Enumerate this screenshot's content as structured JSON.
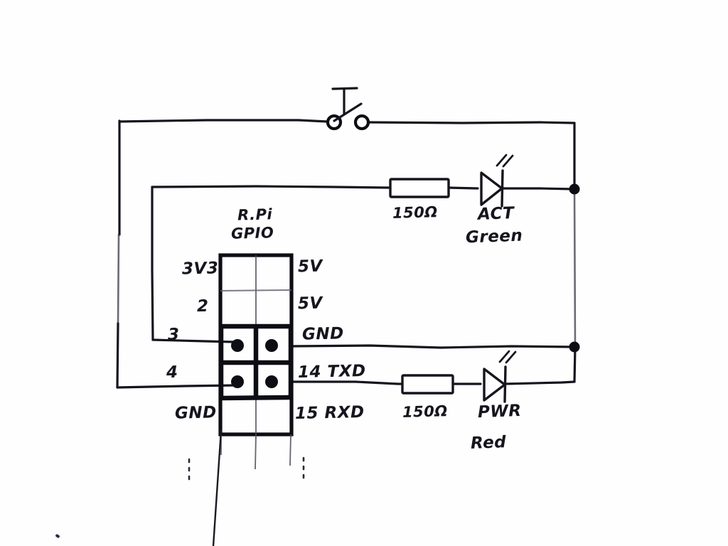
{
  "diagram": {
    "title": "Raspberry Pi GPIO LED and switch wiring sketch",
    "medium": "hand-drawn pencil/ink on white paper",
    "background_color": "#fefefe",
    "ink_color": "#15151e"
  },
  "header": {
    "title_line1": "R.Pi",
    "title_line2": "GPIO",
    "left_labels": [
      "3V3",
      "2",
      "3",
      "4",
      "GND"
    ],
    "right_labels": [
      "5V",
      "5V",
      "GND",
      "14 TXD",
      "15 RXD"
    ],
    "connected_pins": [
      "3",
      "4",
      "GND",
      "14 TXD"
    ],
    "continuation_marks": "vertical dotted lines below header"
  },
  "components": {
    "switch": {
      "name": "push-button switch",
      "type": "normally-open momentary",
      "terminals": 2
    },
    "resistor_top": {
      "label": "150Ω",
      "value": "150",
      "unit": "Ω"
    },
    "resistor_bottom": {
      "label": "150Ω",
      "value": "150",
      "unit": "Ω"
    },
    "led_top": {
      "label_line1": "ACT",
      "label_line2": "Green",
      "color": "#2e9c3a"
    },
    "led_bottom": {
      "label_line1": "PWR",
      "label_line2": "Red",
      "color": "#cc2a22"
    }
  },
  "nodes": {
    "junction_top_label": "junction dot on right rail at ACT branch",
    "junction_bottom_label": "junction dot on right rail at GND branch",
    "count": 2
  },
  "nets": [
    {
      "name": "switch-loop",
      "from": "GPIO pin 4",
      "through": "push-button switch",
      "to": "right rail"
    },
    {
      "name": "act-green-branch",
      "from": "GPIO pin 3",
      "through": "150Ω resistor, ACT Green LED",
      "to": "right rail top junction"
    },
    {
      "name": "gnd-return",
      "from": "GPIO GND pin",
      "to": "right rail bottom junction"
    },
    {
      "name": "pwr-red-branch",
      "from": "GPIO pin 14 TXD",
      "through": "150Ω resistor, PWR Red LED",
      "to": "right rail bottom"
    }
  ]
}
